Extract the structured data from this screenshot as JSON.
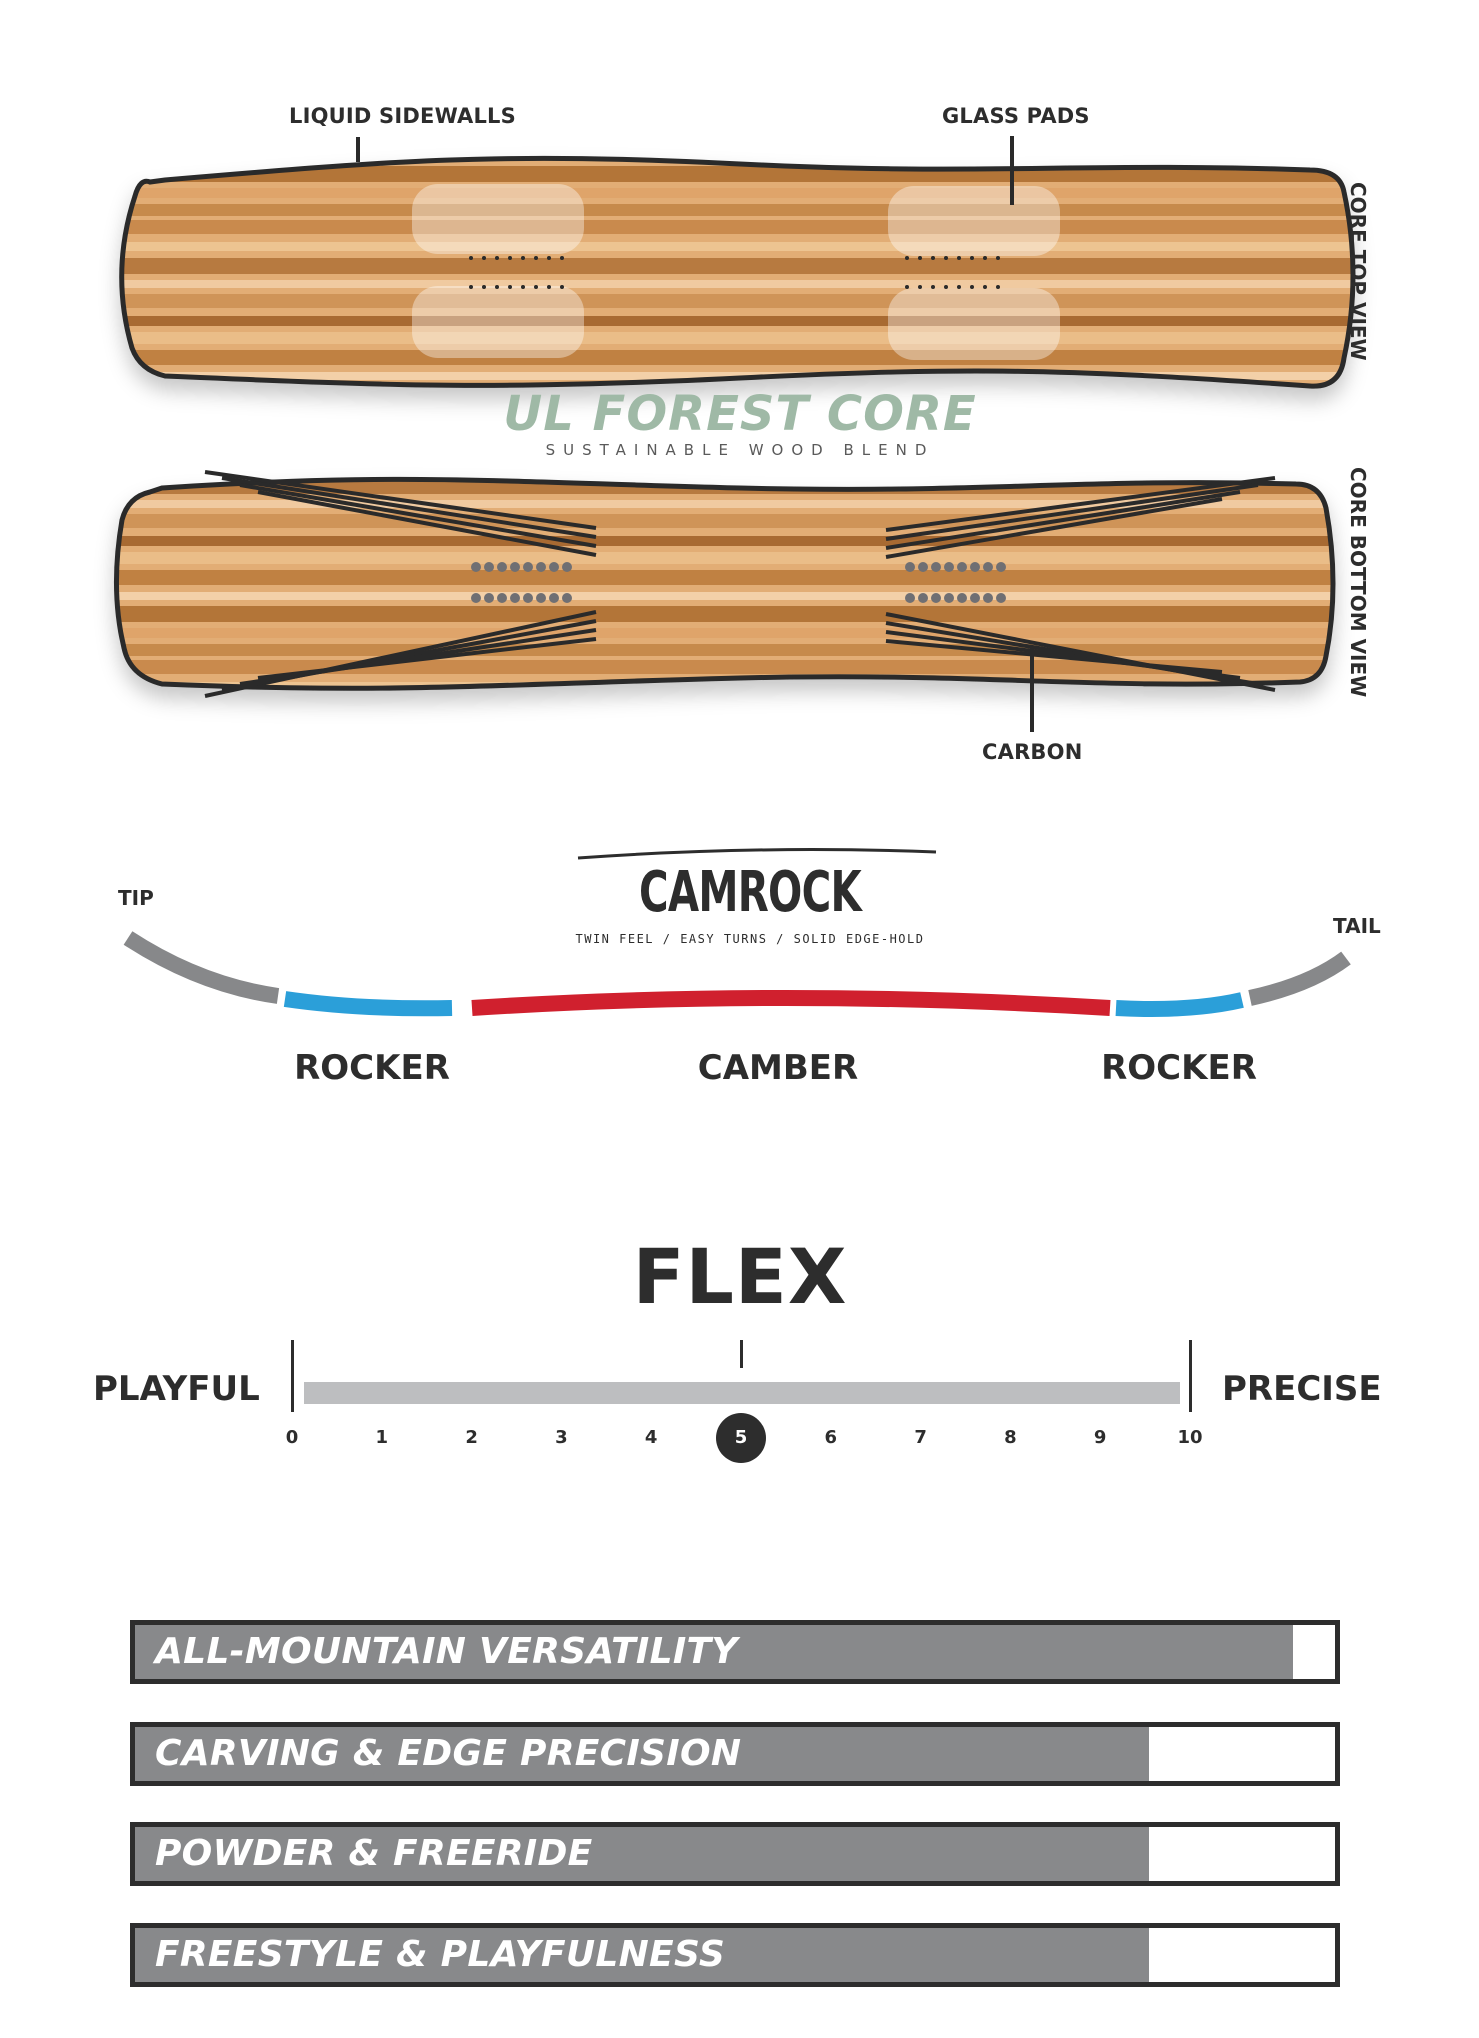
{
  "core": {
    "callouts": {
      "liquid_sidewalls": "LIQUID SIDEWALLS",
      "glass_pads": "GLASS PADS",
      "carbon": "CARBON"
    },
    "views": {
      "top": "CORE TOP VIEW",
      "bottom": "CORE BOTTOM VIEW"
    },
    "name": "UL FOREST CORE",
    "subtitle": "SUSTAINABLE WOOD BLEND",
    "colors": {
      "wood_light": "#e2ad74",
      "wood_mid": "#c98a4e",
      "wood_dark": "#a86a33",
      "outline": "#2a2a2a",
      "name": "#9fb9a6"
    }
  },
  "profile": {
    "name": "CAMROCK",
    "tagline": "TWIN FEEL / EASY TURNS / SOLID EDGE-HOLD",
    "tip": "TIP",
    "tail": "TAIL",
    "segments": [
      "ROCKER",
      "CAMBER",
      "ROCKER"
    ],
    "colors": {
      "tipTail": "#87888a",
      "rocker": "#2b9fd9",
      "camber": "#d0202e"
    }
  },
  "flex": {
    "title": "FLEX",
    "left_label": "PLAYFUL",
    "right_label": "PRECISE",
    "min": 0,
    "max": 10,
    "value": 5,
    "ticks": [
      "0",
      "1",
      "2",
      "3",
      "4",
      "5",
      "6",
      "7",
      "8",
      "9",
      "10"
    ]
  },
  "ratings": [
    {
      "label": "ALL-MOUNTAIN VERSATILITY",
      "value": 0.965
    },
    {
      "label": "CARVING & EDGE PRECISION",
      "value": 0.845
    },
    {
      "label": "POWDER & FREERIDE",
      "value": 0.845
    },
    {
      "label": "FREESTYLE & PLAYFULNESS",
      "value": 0.845
    }
  ]
}
